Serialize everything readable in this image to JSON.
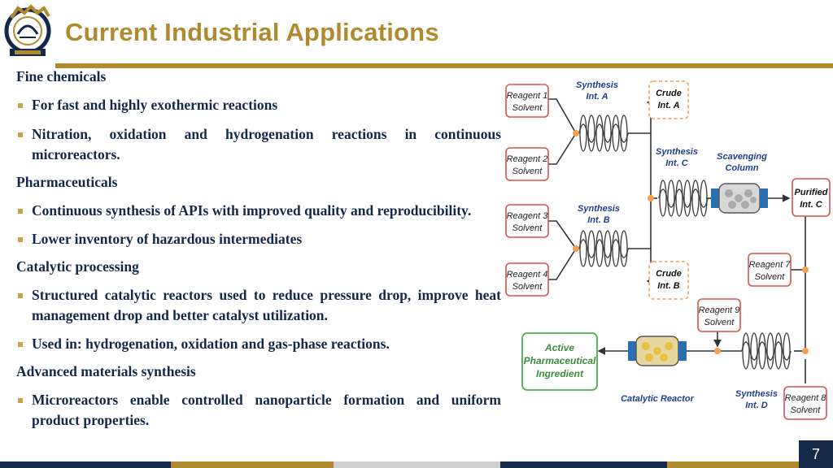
{
  "slide": {
    "title": "Current Industrial Applications",
    "page_number": "7"
  },
  "sections": [
    {
      "heading": "Fine chemicals",
      "bullets": [
        "For fast and highly exothermic reactions",
        "Nitration, oxidation and hydrogenation reactions in continuous microreactors."
      ]
    },
    {
      "heading": "Pharmaceuticals",
      "bullets": [
        "Continuous synthesis of APIs with improved quality and reproducibility.",
        "Lower inventory of hazardous intermediates"
      ]
    },
    {
      "heading": "Catalytic processing",
      "bullets": [
        "Structured catalytic reactors used to reduce pressure drop, improve heat management drop and better catalyst utilization.",
        "Used in: hydrogenation, oxidation and gas-phase reactions."
      ]
    },
    {
      "heading": "Advanced materials synthesis",
      "bullets": [
        "Microreactors enable controlled nanoparticle formation and uniform product properties."
      ]
    }
  ],
  "diagram": {
    "reagent1": [
      "Reagent 1",
      "Solvent"
    ],
    "reagent2": [
      "Reagent 2",
      "Solvent"
    ],
    "reagent3": [
      "Reagent 3",
      "Solvent"
    ],
    "reagent4": [
      "Reagent 4",
      "Solvent"
    ],
    "reagent7": [
      "Reagent 7",
      "Solvent"
    ],
    "reagent8": [
      "Reagent 8",
      "Solvent"
    ],
    "reagent9": [
      "Reagent 9",
      "Solvent"
    ],
    "synth_a": [
      "Synthesis",
      "Int. A"
    ],
    "synth_b": [
      "Synthesis",
      "Int. B"
    ],
    "synth_c": [
      "Synthesis",
      "Int. C"
    ],
    "synth_d": [
      "Synthesis",
      "Int. D"
    ],
    "crude_a": [
      "Crude",
      "Int. A"
    ],
    "crude_b": [
      "Crude",
      "Int. B"
    ],
    "scavenging": [
      "Scavenging",
      "Column"
    ],
    "purified": [
      "Purified",
      "Int. C"
    ],
    "api": [
      "Active",
      "Pharmaceutical",
      "Ingredient"
    ],
    "catalytic_reactor": "Catalytic Reactor"
  },
  "colors": {
    "title_gold": "#b08a2e",
    "navy": "#14284a",
    "reagent_red": "#d9534f",
    "crude_orange": "#f0a050",
    "api_green": "#4caf50",
    "label_blue": "#1f3f8f",
    "footer": [
      "#14284a",
      "#b08a2e",
      "#cfcfcf",
      "#14284a",
      "#b08a2e"
    ]
  }
}
